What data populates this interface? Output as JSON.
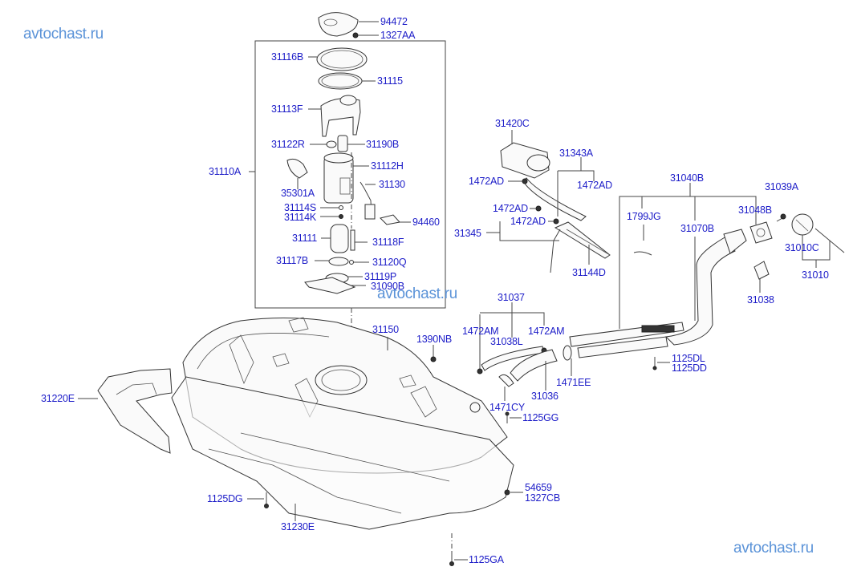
{
  "watermarks": [
    "avtochast.ru",
    "avtochast.ru",
    "avtochast.ru"
  ],
  "labels": {
    "p94472": "94472",
    "p1327AA": "1327AA",
    "p31116B": "31116B",
    "p31115": "31115",
    "p31113F": "31113F",
    "p31122R": "31122R",
    "p31190B": "31190B",
    "p31110A": "31110A",
    "p31112H": "31112H",
    "p35301A": "35301A",
    "p31130": "31130",
    "p31114S": "31114S",
    "p31114K": "31114K",
    "p94460": "94460",
    "p31111": "31111",
    "p31118F": "31118F",
    "p31117B": "31117B",
    "p31120Q": "31120Q",
    "p31119P": "31119P",
    "p31090B": "31090B",
    "p31420C": "31420C",
    "p31343A": "31343A",
    "p1472AD_a": "1472AD",
    "p1472AD_b": "1472AD",
    "p1472AD_c": "1472AD",
    "p1472AD_d": "1472AD",
    "p31345": "31345",
    "p31144D": "31144D",
    "p31040B": "31040B",
    "p31039A": "31039A",
    "p1799JG": "1799JG",
    "p31048B": "31048B",
    "p31070B": "31070B",
    "p31010C": "31010C",
    "p31010": "31010",
    "p31038": "31038",
    "p31037": "31037",
    "p1472AM_a": "1472AM",
    "p1472AM_b": "1472AM",
    "p31038L": "31038L",
    "p1390NB": "1390NB",
    "p31150": "31150",
    "p1125DL": "1125DL",
    "p1125DD": "1125DD",
    "p1471EE": "1471EE",
    "p31036": "31036",
    "p1471CY": "1471CY",
    "p1125GG": "1125GG",
    "p31220E": "31220E",
    "p1125DG": "1125DG",
    "p31230E": "31230E",
    "p54659": "54659",
    "p1327CB": "1327CB",
    "p1125GA": "1125GA"
  }
}
